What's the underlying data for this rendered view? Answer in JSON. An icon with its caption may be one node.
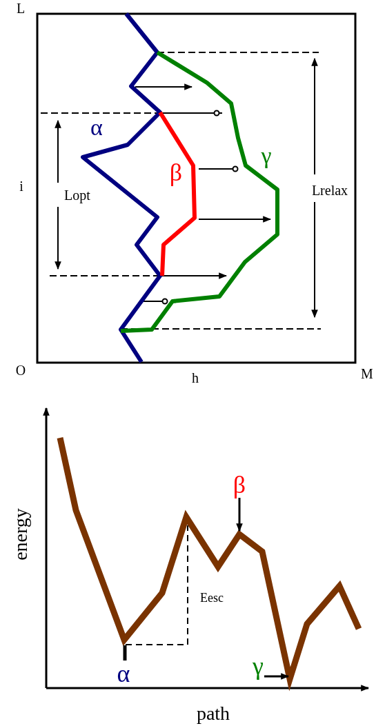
{
  "diagram": {
    "nodes": [
      {
        "text": [
          "β"
        ]
      },
      {
        "text": [
          "γ"
        ]
      },
      {
        "text": [
          "α"
        ]
      }
    ],
    "edges": [
      {
        "from": 0,
        "to": null,
        "arrow": "to"
      },
      {
        "from": 1,
        "to": null,
        "arrow": "to"
      },
      {
        "from": 2,
        "to": null,
        "arrow": "none"
      }
    ],
    "labels": [
      "L",
      "α",
      "γ",
      "β",
      "i",
      "Lopt",
      "Lrelax",
      "O",
      "h",
      "M",
      "energy",
      "Eesc",
      "path"
    ]
  }
}
